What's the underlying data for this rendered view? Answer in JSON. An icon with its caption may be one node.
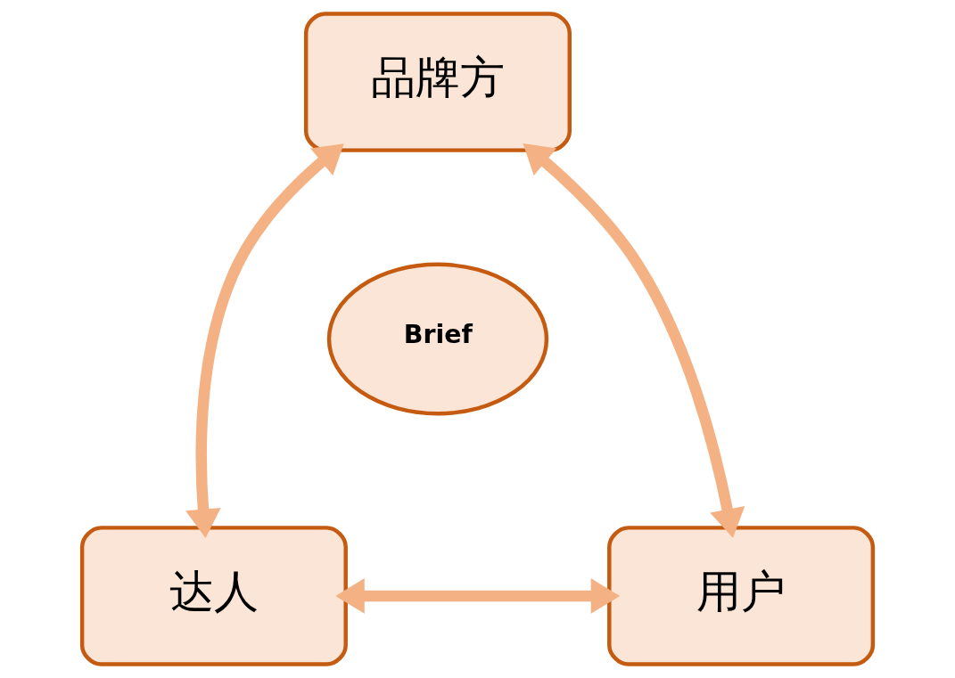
{
  "diagram": {
    "nodes": [
      {
        "text": [
          "品牌方"
        ]
      },
      {
        "text": [
          "达人"
        ]
      },
      {
        "text": [
          "用户"
        ]
      },
      {
        "text": [
          "Brief"
        ]
      }
    ],
    "edges": [
      {
        "from": 0,
        "to": 1,
        "arrow": "both"
      },
      {
        "from": 0,
        "to": 2,
        "arrow": "both"
      },
      {
        "from": 1,
        "to": 2,
        "arrow": "both"
      }
    ]
  }
}
